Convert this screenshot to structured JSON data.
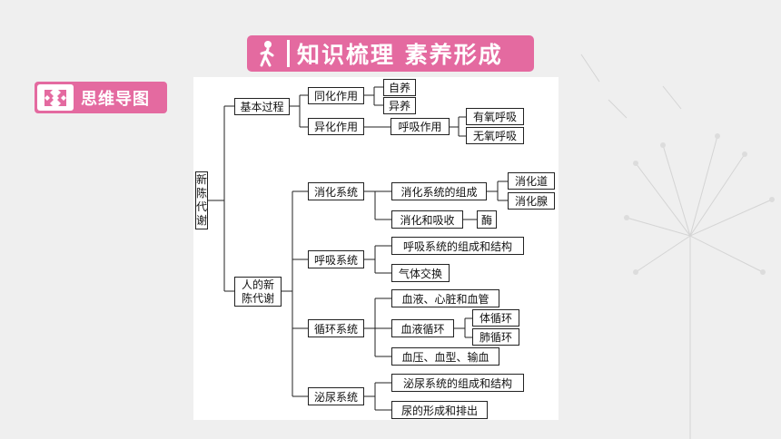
{
  "header": {
    "title": "知识梳理 素养形成"
  },
  "section_badge": {
    "label": "思维导图"
  },
  "diagram": {
    "root": "新陈代谢",
    "n_basic": "基本过程",
    "n_assim": "同化作用",
    "n_self": "自养",
    "n_hetero": "异养",
    "n_dissim": "异化作用",
    "n_resp": "呼吸作用",
    "n_aerobic": "有氧呼吸",
    "n_anaerobic": "无氧呼吸",
    "n_human": "人的新陈代谢",
    "n_digest": "消化系统",
    "n_digest_comp": "消化系统的组成",
    "n_tract": "消化道",
    "n_gland": "消化腺",
    "n_digest_absorb": "消化和吸收",
    "n_enzyme": "酶",
    "n_respsys": "呼吸系统",
    "n_resp_comp": "呼吸系统的组成和结构",
    "n_gas": "气体交换",
    "n_circ": "循环系统",
    "n_blood_heart": "血液、心脏和血管",
    "n_bloodcirc": "血液循环",
    "n_systemic": "体循环",
    "n_pulmonary": "肺循环",
    "n_pressure": "血压、血型、输血",
    "n_urinary": "泌尿系统",
    "n_urinary_comp": "泌尿系统的组成和结构",
    "n_urine": "尿的形成和排出"
  },
  "colors": {
    "accent": "#e46aa0",
    "line": "#222222",
    "panel": "#ffffff"
  },
  "icons": {
    "banner": "walking-figure-icon",
    "badge": "arrows-converge-icon"
  }
}
